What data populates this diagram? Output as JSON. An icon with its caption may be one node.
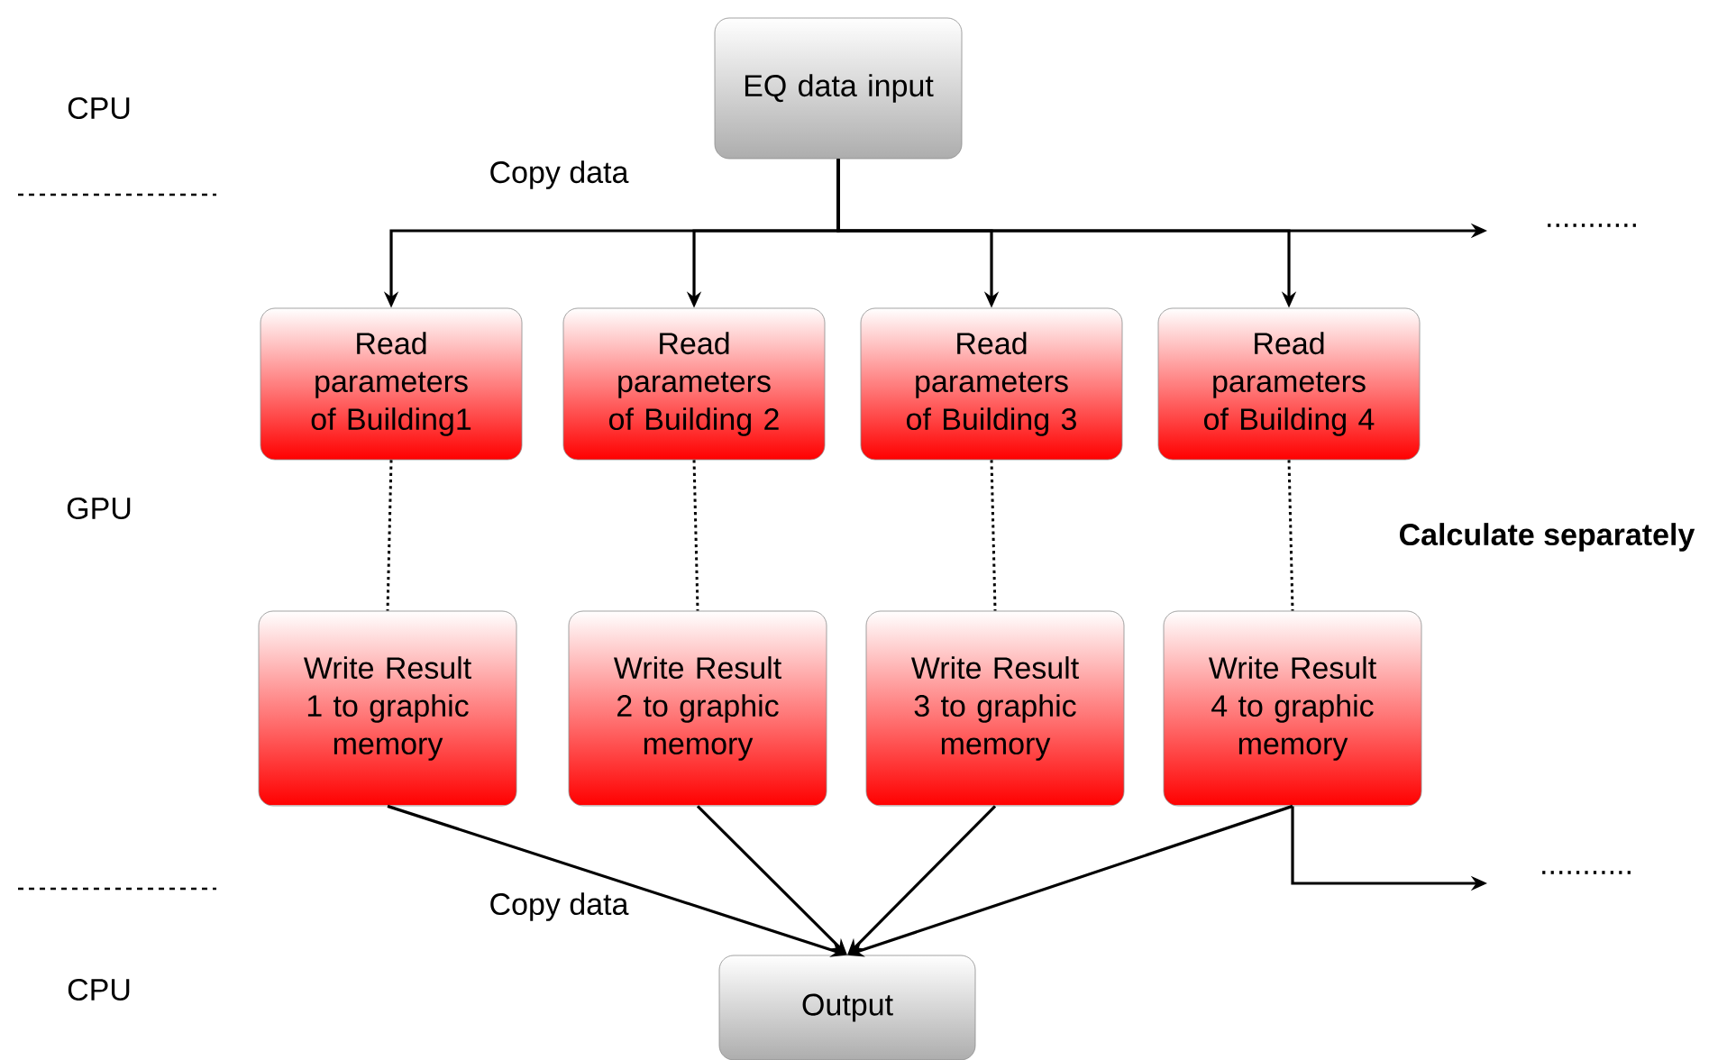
{
  "diagram": {
    "nodes": [
      {
        "text": [
          "EQ data input"
        ]
      },
      {
        "text": [
          "Read parameters of Building1"
        ]
      },
      {
        "text": [
          "Read parameters of Building 2"
        ]
      },
      {
        "text": [
          "Read parameters of Building 3"
        ]
      },
      {
        "text": [
          "Read parameters of Building 4"
        ]
      },
      {
        "text": [
          "Write Result 1 to graphic memory"
        ]
      },
      {
        "text": [
          "Write Result 2 to graphic memory"
        ]
      },
      {
        "text": [
          "Write Result 3 to graphic memory"
        ]
      },
      {
        "text": [
          "Write Result 4 to graphic memory"
        ]
      },
      {
        "text": [
          "Output"
        ]
      }
    ],
    "edges": [
      {
        "from": 0,
        "to": 1,
        "arrow": "to"
      },
      {
        "from": 0,
        "to": 2,
        "arrow": "to"
      },
      {
        "from": 0,
        "to": 3,
        "arrow": "to"
      },
      {
        "from": 0,
        "to": 4,
        "arrow": "to"
      },
      {
        "from": 0,
        "to": null,
        "arrow": "to"
      },
      {
        "from": 1,
        "to": 5,
        "arrow": "none",
        "style": "dashed"
      },
      {
        "from": 2,
        "to": 6,
        "arrow": "none",
        "style": "dashed"
      },
      {
        "from": 3,
        "to": 7,
        "arrow": "none",
        "style": "dashed"
      },
      {
        "from": 4,
        "to": 8,
        "arrow": "none",
        "style": "dashed"
      },
      {
        "from": 5,
        "to": 9,
        "arrow": "to"
      },
      {
        "from": 6,
        "to": 9,
        "arrow": "to"
      },
      {
        "from": 7,
        "to": 9,
        "arrow": "to"
      },
      {
        "from": 8,
        "to": 9,
        "arrow": "to"
      },
      {
        "from": 8,
        "to": null,
        "arrow": "to"
      }
    ],
    "labels": [
      "CPU",
      "Copy data",
      "...........",
      "GPU",
      "Calculate separately",
      "...........",
      "Copy data",
      "CPU"
    ]
  }
}
